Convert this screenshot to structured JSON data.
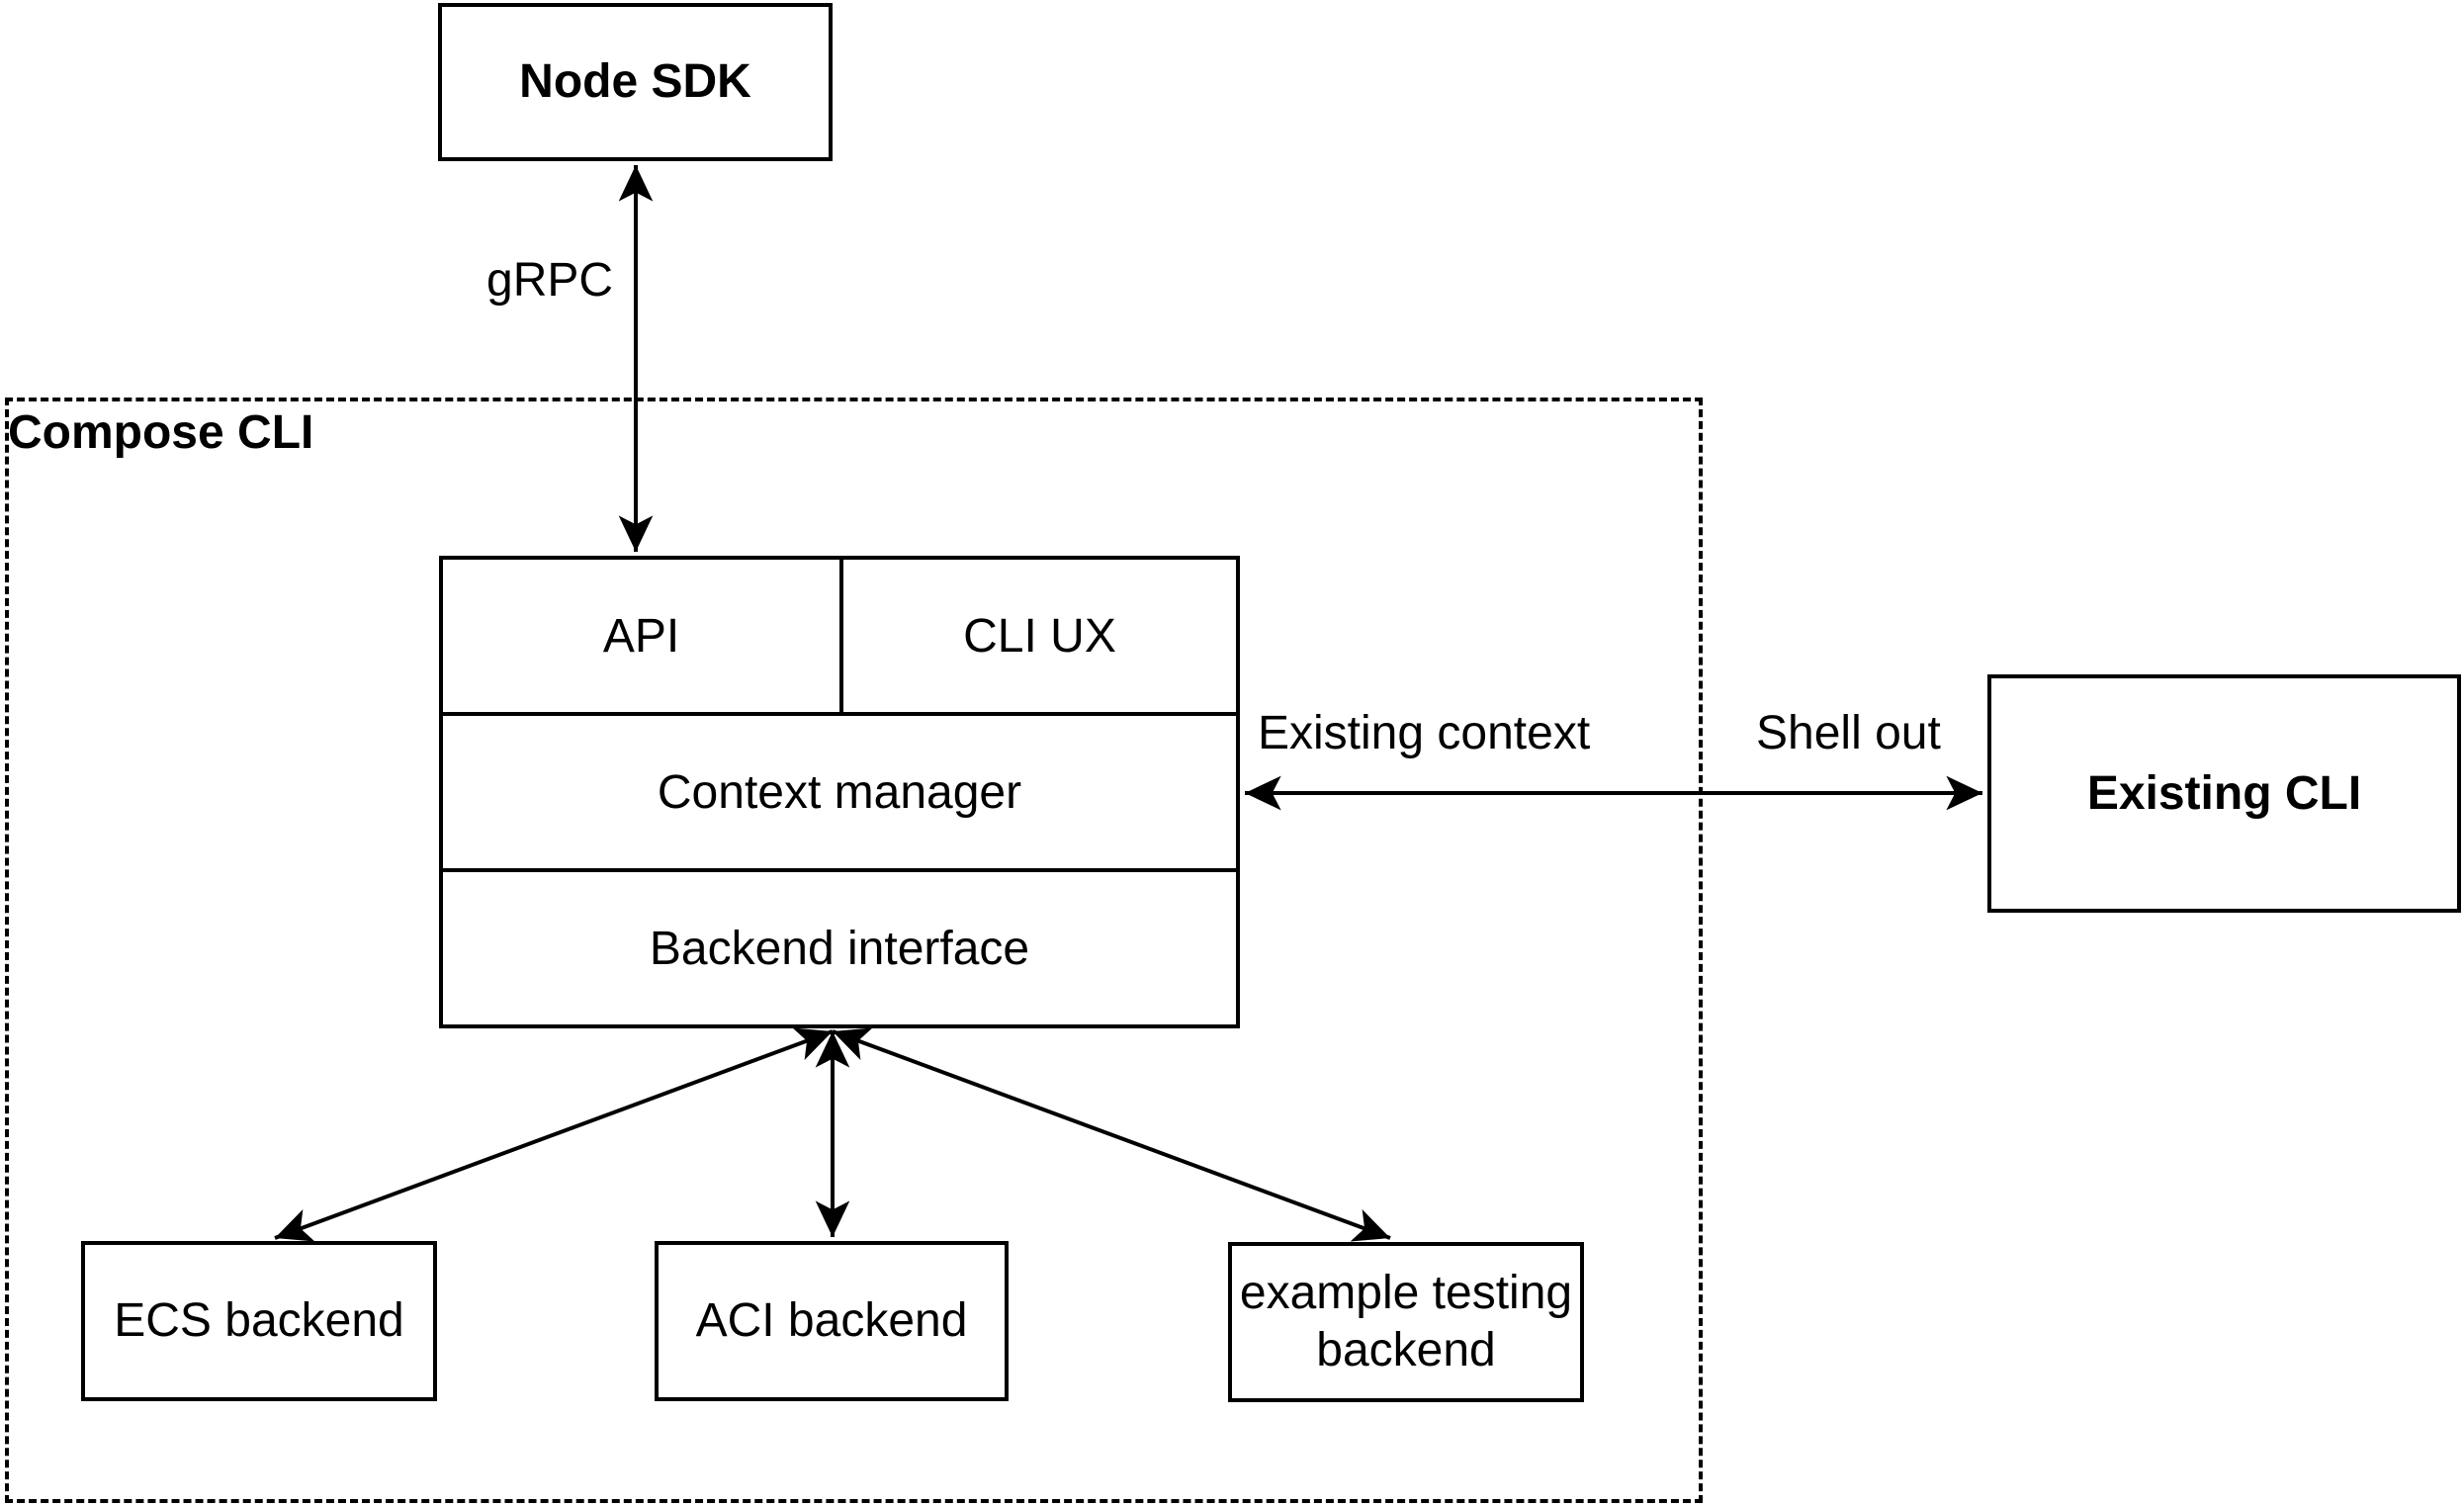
{
  "diagram": {
    "nodes": {
      "node_sdk": "Node SDK",
      "compose_cli": "Compose CLI",
      "api": "API",
      "cli_ux": "CLI UX",
      "context_manager": "Context manager",
      "backend_interface": "Backend interface",
      "existing_cli": "Existing CLI",
      "ecs_backend": "ECS backend",
      "aci_backend": "ACI backend",
      "example_testing_backend": "example testing backend"
    },
    "edge_labels": {
      "grpc": "gRPC",
      "existing_context": "Existing context",
      "shell_out": "Shell out"
    },
    "colors": {
      "stroke": "#000000",
      "background": "#ffffff",
      "text": "#000000"
    }
  }
}
